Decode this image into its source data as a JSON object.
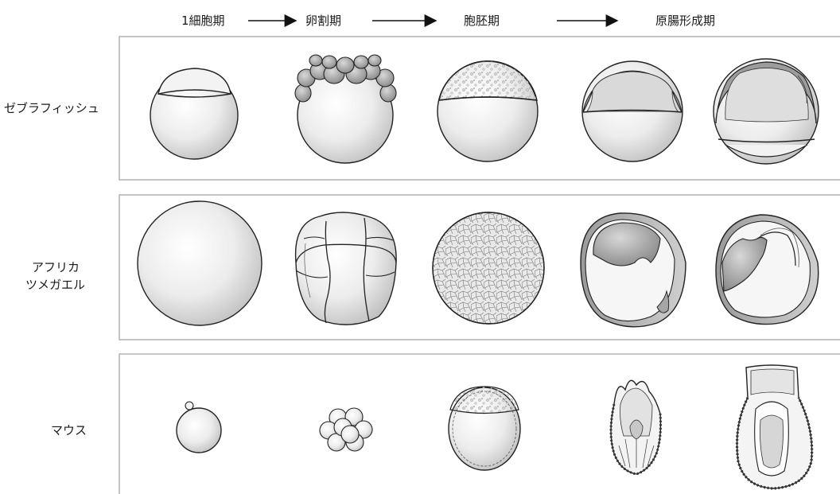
{
  "stages": {
    "one_cell": "1細胞期",
    "cleavage": "卵割期",
    "blastula": "胞胚期",
    "gastrula": "原腸形成期"
  },
  "rows": {
    "zebrafish": "ゼブラフィッシュ",
    "xenopus_line1": "アフリカ",
    "xenopus_line2": "ツメガエル",
    "mouse": "マウス"
  },
  "colors": {
    "outline": "#222222",
    "panel_border": "#b5b5b5",
    "shade_light": "#f7f7f7",
    "shade_mid": "#d2d2d2",
    "shade_dark": "#8f8f8f"
  }
}
